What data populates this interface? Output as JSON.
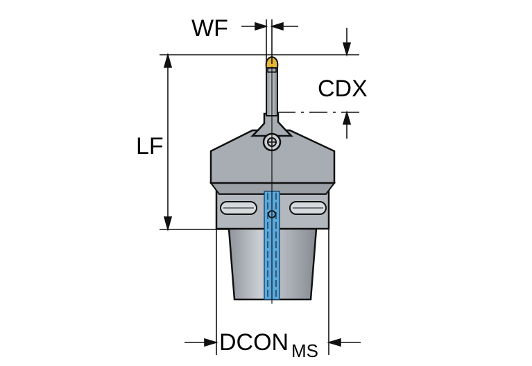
{
  "diagram": {
    "labels": {
      "wf": "WF",
      "cdx": "CDX",
      "lf": "LF",
      "dcon": "DCON",
      "dcon_subscript": "MS"
    },
    "colors": {
      "body_gray": "#a9afb5",
      "body_light": "#c6cbd0",
      "body_dark": "#7f858b",
      "coolant_blue": "#5aa9dc",
      "insert_gold": "#e5b637",
      "outline": "#111111"
    }
  }
}
